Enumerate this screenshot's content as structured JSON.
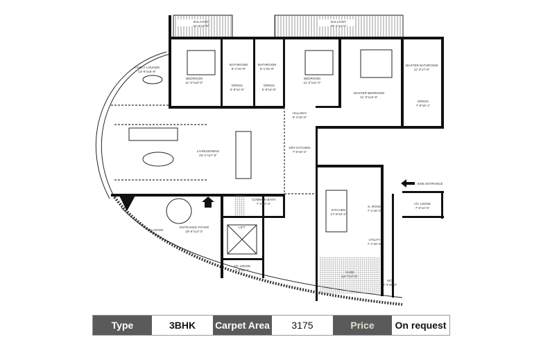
{
  "rooms": {
    "balcony_1": {
      "name": "BALCONY",
      "dim": "11'-3\"x4'-0\""
    },
    "balcony_2": {
      "name": "BALCONY",
      "dim": "25'-1\"x4'-0\""
    },
    "family_lounge": {
      "name": "FAMILY LOUNGE",
      "dim": "13'-9\"x15'-9\""
    },
    "bedroom_1": {
      "name": "BEDROOM",
      "dim": "11'-2\"x10'-0\""
    },
    "bathroom_1": {
      "name": "BATHROOM",
      "dim": "8'-1\"x5'-9\""
    },
    "bathroom_2": {
      "name": "BATHROOM",
      "dim": "8'-1\"x5'-9\""
    },
    "dress_1": {
      "name": "DRESS",
      "dim": "5'-9\"x4'-6\""
    },
    "dress_2": {
      "name": "DRESS",
      "dim": "5'-9\"x4'-6\""
    },
    "bedroom_2": {
      "name": "BEDROOM",
      "dim": "11'-2\"x11'-0\""
    },
    "master_bedroom": {
      "name": "MASTER BEDROOM",
      "dim": "11'-3\"x12'-6\""
    },
    "master_bathroom": {
      "name": "MASTER BATHROOM",
      "dim": "11'-3\"x7'-6\""
    },
    "dress_3": {
      "name": "DRESS",
      "dim": "7'-8\"x6'-1\""
    },
    "hallway": {
      "name": "HALLWAY",
      "dim": "6'-4\"x5'-6\""
    },
    "living_dining": {
      "name": "LIVING/DINING",
      "dim": "20'-1\"x17'-9\""
    },
    "dry_kitchen": {
      "name": "DRY KITCHEN",
      "dim": "7'-6\"x6'-4\""
    },
    "common_bath": {
      "name": "COMMON BATH",
      "dim": "7'-2\"x4'-4\""
    },
    "kitchen": {
      "name": "KITCHEN",
      "dim": "17'-9\"x8'-2\""
    },
    "s_room": {
      "name": "S. ROOM",
      "dim": "7'-1\"x6'-3\""
    },
    "utility": {
      "name": "UTILITY",
      "dim": "7'-1\"x6'-6\""
    },
    "ac_ledge_1": {
      "name": "A/C LEDGE",
      "dim": "7'-6\"x4'-5\""
    },
    "ac_ledge_2": {
      "name": "A/C LEDGE",
      "dim": "7'-8\"x4'-4\""
    },
    "lift": {
      "name": "LIFT",
      "dim": ""
    },
    "entrance_foyer": {
      "name": "ENTRANCE FOYER",
      "dim": "18'-5\"x14'-3\""
    },
    "planter": {
      "name": "PLANTER",
      "dim": ""
    },
    "yard": {
      "name": "YARD",
      "dim": "12'-7\"x7'-8\""
    },
    "wc": {
      "name": "WC",
      "dim": "3'-4\"x5'-3\""
    }
  },
  "side_entrance": "SIDE ENTRANCE",
  "specs": {
    "type_label": "Type",
    "type_value": "3BHK",
    "area_label": "Carpet Area",
    "area_value": "3175",
    "price_label": "Price",
    "price_value": "On request"
  },
  "colors": {
    "header_cell": "#5a5a5a",
    "price_label_text": "#e0e0d0"
  }
}
